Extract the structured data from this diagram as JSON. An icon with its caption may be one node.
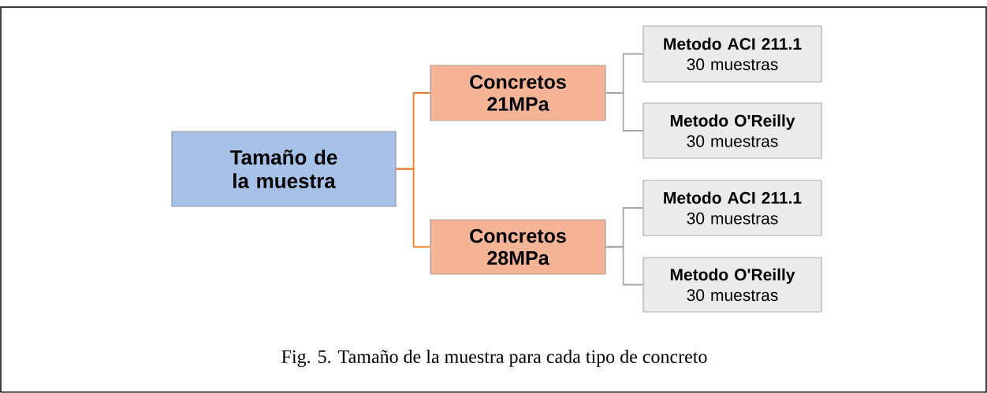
{
  "diagram": {
    "caption": "Fig. 5. Tamaño de la muestra para cada tipo de concreto",
    "nodes": [
      {
        "text": [
          "Tamaño de la muestra"
        ]
      },
      {
        "text": [
          "Concretos 21MPa"
        ]
      },
      {
        "text": [
          "Metodo ACI 211.1",
          "30 muestras"
        ]
      },
      {
        "text": [
          "Metodo O'Reilly",
          "30 muestras"
        ]
      },
      {
        "text": [
          "Concretos 28MPa"
        ]
      },
      {
        "text": [
          "Metodo ACI 211.1",
          "30 muestras"
        ]
      },
      {
        "text": [
          "Metodo O'Reilly",
          "30 muestras"
        ]
      }
    ],
    "edges": [
      {
        "from": 0,
        "to": 1,
        "arrow": "none",
        "color": "#ed7d31"
      },
      {
        "from": 0,
        "to": 4,
        "arrow": "none",
        "color": "#ed7d31"
      },
      {
        "from": 1,
        "to": 2,
        "arrow": "none"
      },
      {
        "from": 1,
        "to": 3,
        "arrow": "none"
      },
      {
        "from": 4,
        "to": 5,
        "arrow": "none"
      },
      {
        "from": 4,
        "to": 6,
        "arrow": "none"
      }
    ]
  }
}
